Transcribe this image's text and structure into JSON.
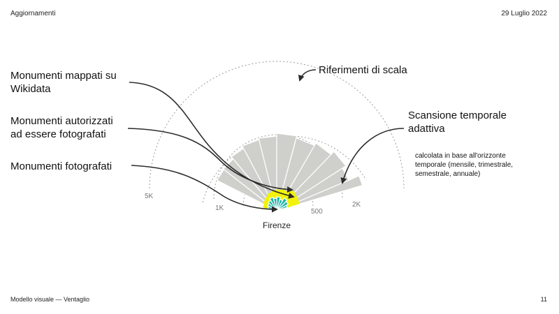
{
  "header": {
    "section": "Aggiornamenti",
    "date": "29 Luglio 2022"
  },
  "footer": {
    "title": "Modello visuale — Ventaglio",
    "page": "11"
  },
  "labels": {
    "mapped": [
      "Monumenti mappati su",
      "Wikidata"
    ],
    "authorized": [
      "Monumenti autorizzati",
      "ad essere fotografati"
    ],
    "photographed": [
      "Monumenti fotografati"
    ],
    "scale_refs": "Riferimenti di scala",
    "temporal": [
      "Scansione temporale",
      "adattiva"
    ],
    "temporal_note": [
      "calcolata in base all'orizzonte",
      "temporale (mensile, trimestrale,",
      "semestrale, annuale)"
    ]
  },
  "scale_labels": [
    "5K",
    "1K",
    "500",
    "2K"
  ],
  "city": "Firenze",
  "colors": {
    "mapped": "#cfd0cb",
    "authorized": "#f2f20a",
    "photographed": "#1fb5a5",
    "arrow": "#2b2b2b",
    "scale": "#9a9a9a"
  }
}
